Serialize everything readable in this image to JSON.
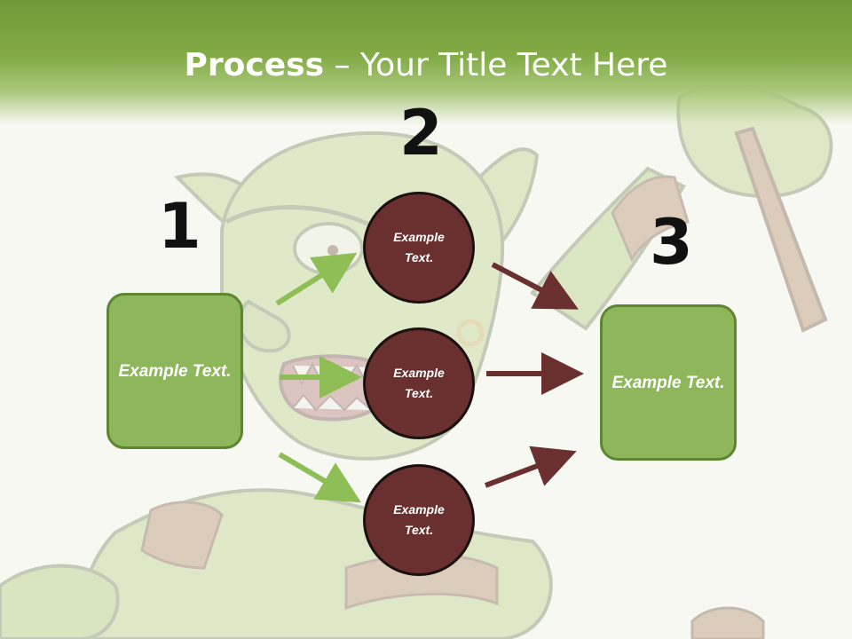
{
  "title": {
    "bold": "Process",
    "rest": " – Your Title Text Here"
  },
  "steps": [
    {
      "number": "1",
      "label": "Example Text."
    },
    {
      "number": "2",
      "label": "Example Text."
    },
    {
      "number": "3",
      "label": "Example Text."
    }
  ],
  "circles": [
    {
      "label": "Example Text."
    },
    {
      "label": "Example Text."
    },
    {
      "label": "Example Text."
    }
  ],
  "colors": {
    "accent_green": "#8db75a",
    "box_border": "#5d8632",
    "circle_fill": "#6a2f2f",
    "arrow_green": "#8fbd56",
    "arrow_brown": "#6a2f2f"
  },
  "background_art": "faded cartoon goblin illustration"
}
